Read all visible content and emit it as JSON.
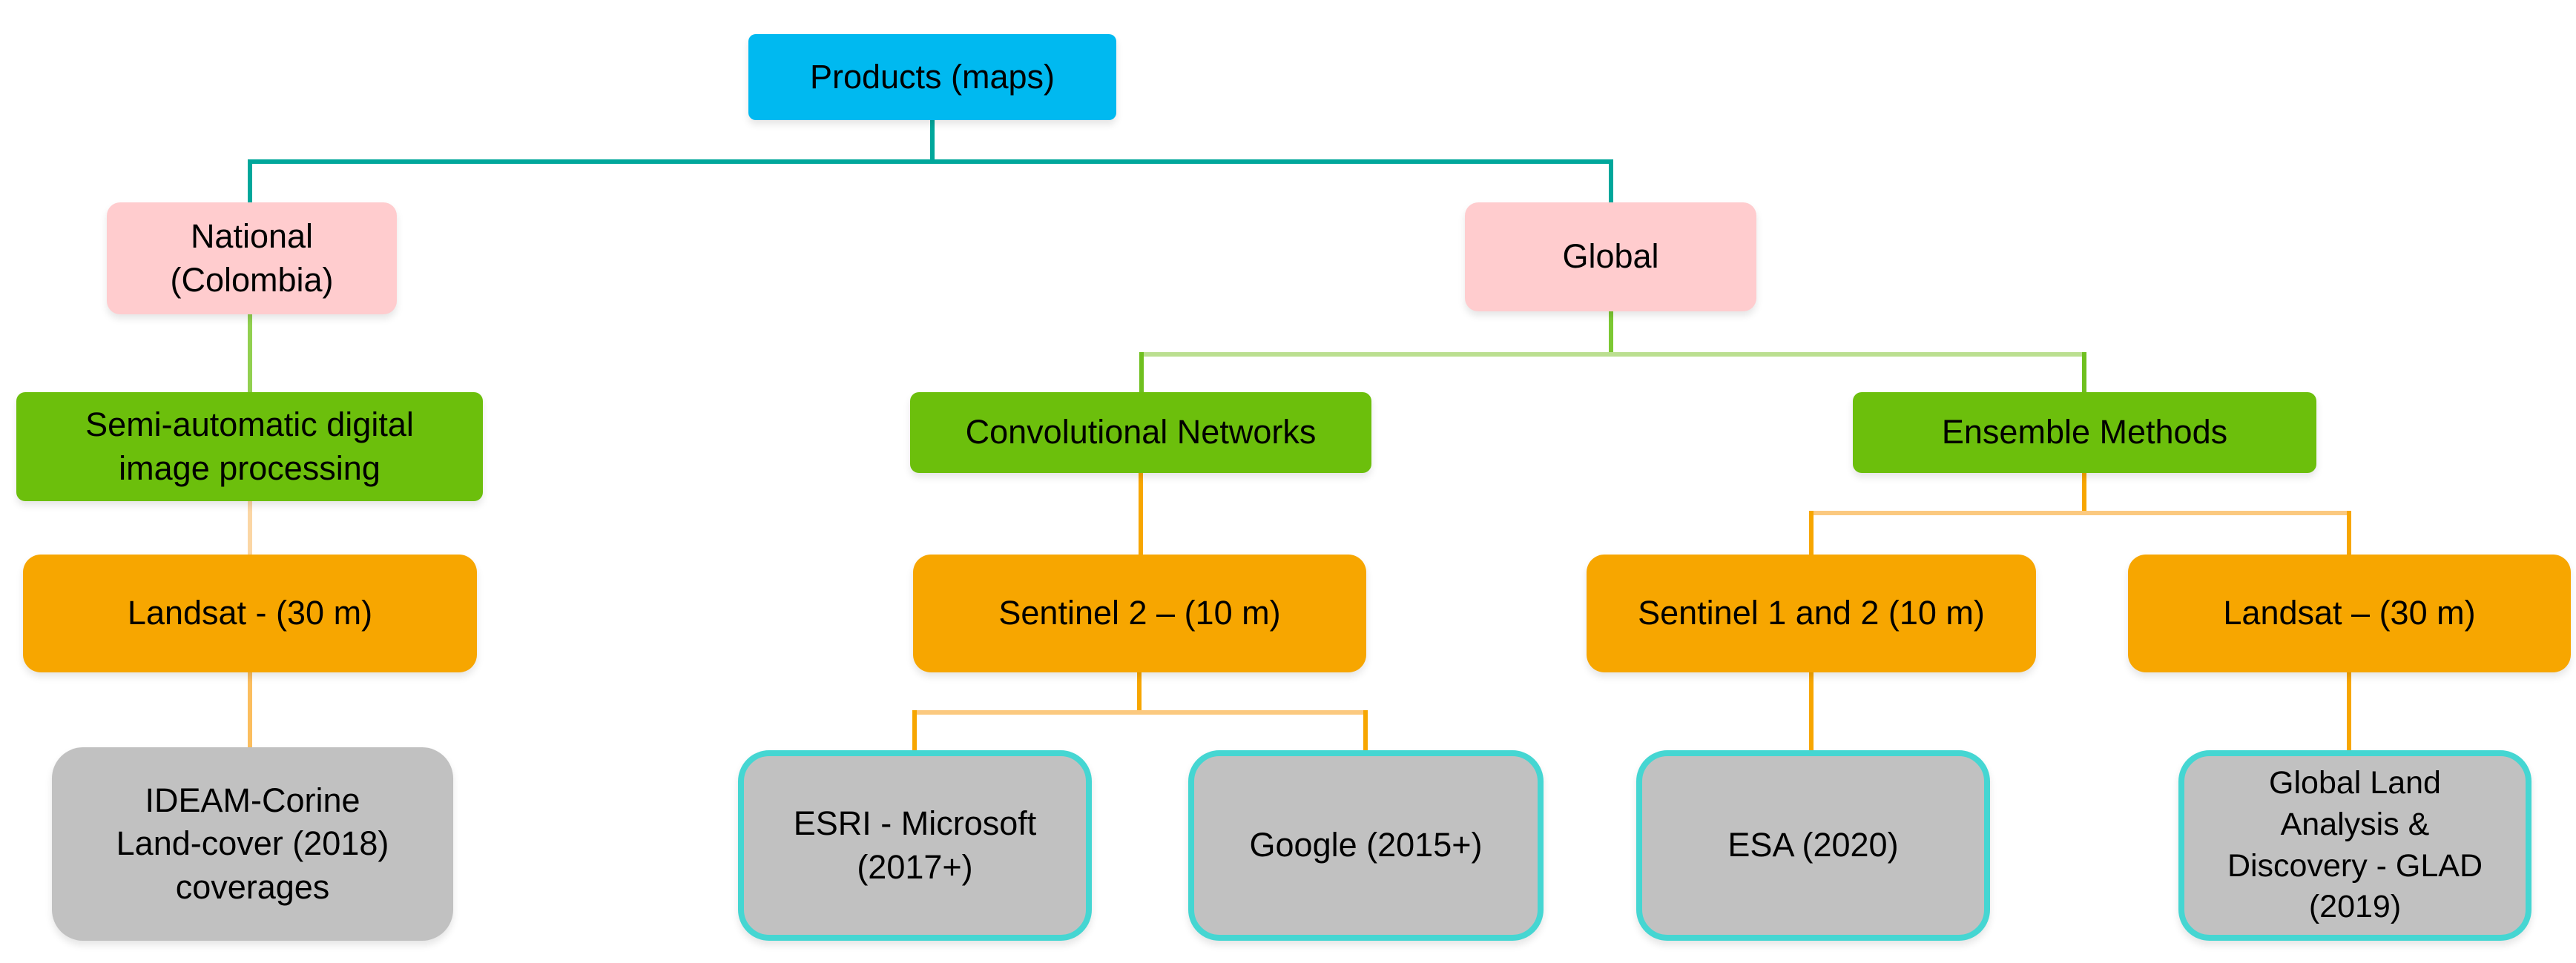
{
  "diagram": {
    "type": "flowchart-tree",
    "root": "Products (maps)",
    "nodes": {
      "products": {
        "label": "Products (maps)",
        "fill": "#00B9F0"
      },
      "national": {
        "label": "National\n(Colombia)",
        "fill": "#FFCCCE"
      },
      "global": {
        "label": "Global",
        "fill": "#FFCCCE"
      },
      "semi_automatic": {
        "label": "Semi-automatic digital\nimage processing",
        "fill": "#6CBF0C"
      },
      "convolutional": {
        "label": "Convolutional Networks",
        "fill": "#6CBF0C"
      },
      "ensemble": {
        "label": "Ensemble Methods",
        "fill": "#6CBF0C"
      },
      "landsat_national": {
        "label": "Landsat - (30 m)",
        "fill": "#F7A600"
      },
      "sentinel2": {
        "label": "Sentinel 2 – (10 m)",
        "fill": "#F7A600"
      },
      "sentinel_1_2": {
        "label": "Sentinel 1 and 2 (10 m)",
        "fill": "#F7A600"
      },
      "landsat_global": {
        "label": "Landsat – (30 m)",
        "fill": "#F7A600"
      },
      "ideam": {
        "label": "IDEAM-Corine\nLand-cover (2018)\ncoverages",
        "fill": "#C1C1C1"
      },
      "esri_microsoft": {
        "label": "ESRI - Microsoft\n(2017+)",
        "fill": "#C1C1C1",
        "border": "#45D6D2"
      },
      "google": {
        "label": "Google (2015+)",
        "fill": "#C1C1C1",
        "border": "#45D6D2"
      },
      "esa": {
        "label": "ESA (2020)",
        "fill": "#C1C1C1",
        "border": "#45D6D2"
      },
      "glad": {
        "label": "Global Land\nAnalysis &\nDiscovery - GLAD\n(2019)",
        "fill": "#C1C1C1",
        "border": "#45D6D2"
      }
    },
    "edges": [
      {
        "from": "products",
        "to": "national",
        "color": "#00A79B"
      },
      {
        "from": "products",
        "to": "global",
        "color": "#00A79B"
      },
      {
        "from": "national",
        "to": "semi_automatic",
        "color": "#92D050"
      },
      {
        "from": "semi_automatic",
        "to": "landsat_national",
        "color": "#FBD6A4"
      },
      {
        "from": "landsat_national",
        "to": "ideam",
        "color": "#FBBE5E"
      },
      {
        "from": "global",
        "to": "convolutional",
        "color": "#7CC833"
      },
      {
        "from": "global",
        "to": "ensemble",
        "color": "#7CC833"
      },
      {
        "from": "convolutional",
        "to": "sentinel2",
        "color": "#F7A600"
      },
      {
        "from": "sentinel2",
        "to": "esri_microsoft",
        "color": "#F7A600"
      },
      {
        "from": "sentinel2",
        "to": "google",
        "color": "#F7A600"
      },
      {
        "from": "ensemble",
        "to": "sentinel_1_2",
        "color": "#F7A600"
      },
      {
        "from": "ensemble",
        "to": "landsat_global",
        "color": "#F7A600"
      },
      {
        "from": "sentinel_1_2",
        "to": "esa",
        "color": "#F7A600"
      },
      {
        "from": "landsat_global",
        "to": "glad",
        "color": "#F7A600"
      }
    ],
    "palette": {
      "teal_connector": "#00A79B",
      "light_green_connector": "#92D050",
      "pale_green_bar": "#BBDF90",
      "green_stub": "#6FC01F",
      "orange_connector": "#F7A600",
      "pale_orange_bar": "#FBC97F",
      "peach_connector": "#FBD6A4",
      "amber_connector": "#FBBE5E",
      "cyan_box_border": "#45D6D2"
    }
  }
}
